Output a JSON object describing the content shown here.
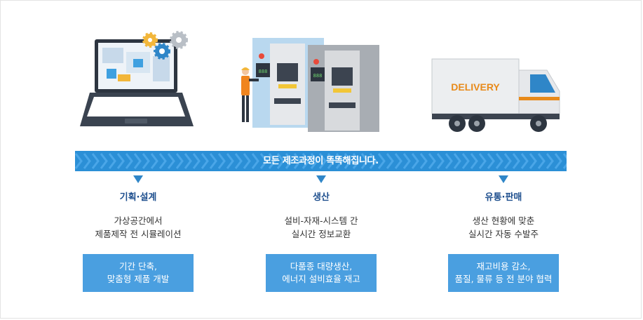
{
  "banner": "모든 제조과정이 똑똑해집니다.",
  "truck_label": "DELIVERY",
  "machine_display": "888",
  "columns": [
    {
      "title": "기획·설계",
      "desc": [
        "가상공간에서",
        "제품제작 전 시뮬레이션"
      ],
      "box": [
        "기간 단축,",
        "맞춤형 제품 개발"
      ]
    },
    {
      "title": "생산",
      "desc": [
        "설비-자재-시스템 간",
        "실시간 정보교환"
      ],
      "box": [
        "다품종 대량생산,",
        "에너지 설비효율 재고"
      ]
    },
    {
      "title": "유통·판매",
      "desc": [
        "생산 현황에 맞춘",
        "실시간 자동 수발주"
      ],
      "box": [
        "재고비용 감소,",
        "품질, 물류 등 전 분야 협력"
      ]
    }
  ],
  "colors": {
    "banner": "#2b8fd6",
    "accent": "#4a9fe0",
    "title": "#1e4f8e",
    "truck_label": "#e88a1a"
  }
}
